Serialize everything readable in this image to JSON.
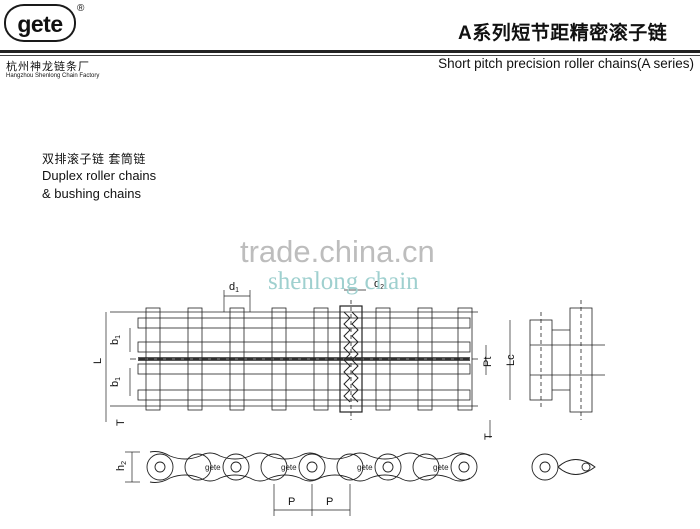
{
  "header": {
    "logo_text": "gete",
    "logo_mark": "®",
    "company_cn": "杭州神龙链条厂",
    "company_en": "Hangzhou Shenlong Chain Factory",
    "title_cn": "A系列短节距精密滚子链",
    "title_en": "Short pitch precision roller chains(A series)"
  },
  "section": {
    "title_cn": "双排滚子链  套筒链",
    "title_en_line1": "Duplex roller chains",
    "title_en_line2": "& bushing chains"
  },
  "watermark": {
    "line1": "trade.china.cn",
    "line2": "shenlong chain"
  },
  "dimensions": {
    "d1": "d",
    "d1_sub": "1",
    "d2": "d",
    "d2_sub": "2",
    "b1_top": "b",
    "b1_top_sub": "1",
    "b1_bottom": "b",
    "b1_bottom_sub": "1",
    "L": "L",
    "T_left": "T",
    "Pt": "Pt",
    "Lc": "Lc",
    "T_right": "T",
    "h2": "h",
    "h2_sub": "2",
    "P1": "P",
    "P2": "P"
  },
  "plate_label": "gete"
}
